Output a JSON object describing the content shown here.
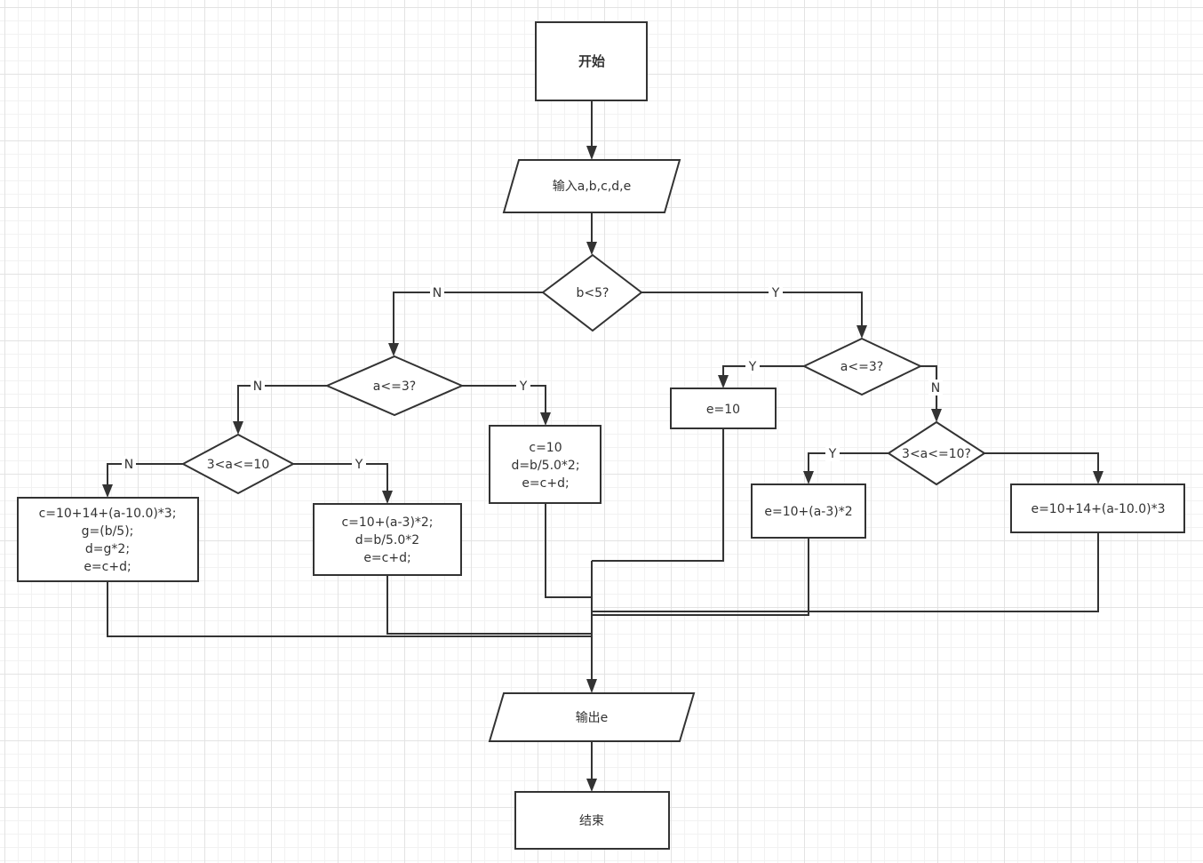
{
  "diagram": {
    "nodes": {
      "start": "开始",
      "input": "输入a,b,c,d,e",
      "cond_b": "b<5?",
      "cond_a_left": "a<=3?",
      "cond_3a10_left": "3<a<=10",
      "proc_far_left": [
        "c=10+14+(a-10.0)*3;",
        "g=(b/5);",
        "d=g*2;",
        "e=c+d;"
      ],
      "proc_mid_left": [
        "c=10+(a-3)*2;",
        "d=b/5.0*2",
        "e=c+d;"
      ],
      "proc_center": [
        "c=10",
        "d=b/5.0*2;",
        "e=c+d;"
      ],
      "cond_a_right": "a<=3?",
      "proc_e10": "e=10",
      "cond_3a10_right": "3<a<=10?",
      "proc_right_mid": "e=10+(a-3)*2",
      "proc_far_right": "e=10+14+(a-10.0)*3",
      "output": "输出e",
      "end": "结束"
    },
    "edge_labels": {
      "yes": "Y",
      "no": "N"
    }
  }
}
